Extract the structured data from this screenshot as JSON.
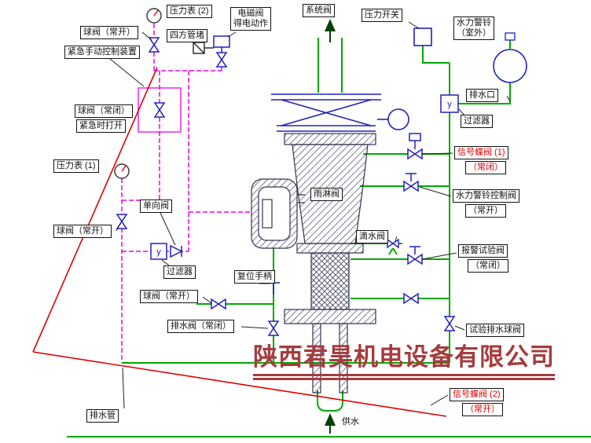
{
  "diagram": {
    "title_watermark": "陕西君昊机电设备有限公司",
    "labels": {
      "pressure_gauge_2": "压力表 (2)",
      "ball_valve_top": "球阀（常开）",
      "square_pipe_plug": "四方管堵",
      "solenoid_line1": "电磁阀",
      "solenoid_line2": "得电动作",
      "emergency_manual_device": "紧急手动控制装置",
      "system_valve": "系统阀",
      "pressure_switch": "压力开关",
      "hydraulic_bell_line1": "水力警铃",
      "hydraulic_bell_line2": "（室外）",
      "ball_valve_nc": "球阀（常闭）",
      "ball_valve_nc_note": "紧急时打开",
      "drain_outlet": "排水口",
      "filter_right": "过滤器",
      "signal_bfv_1": "信号蝶阀 (1)",
      "signal_bfv_1_state": "（常闭）",
      "pressure_gauge_1": "压力表 (1)",
      "deluge_valve": "雨淋阀",
      "bell_control_valve": "水力警铃控制阀",
      "bell_control_valve_state": "（常开）",
      "ball_valve_left": "球阀（常开）",
      "check_valve": "单向阀",
      "drip_valve": "滴水阀",
      "alarm_test_valve": "报警试验阀",
      "alarm_test_valve_state": "（常闭）",
      "filter_left": "过滤器",
      "reset_handle": "复位手柄",
      "ball_valve_drain": "球阀（常开）",
      "drain_valve": "排水阀（常闭）",
      "test_drain_ball_valve": "试验排水球阀",
      "signal_bfv_2": "信号蝶阀 (2)",
      "signal_bfv_2_state": "（常开）",
      "drain_pipe": "排水管",
      "water_supply": "供水",
      "filter_symbol": "y"
    },
    "colors": {
      "pipe_green": "#00aa00",
      "control_magenta": "#ee00ee",
      "signal_red": "#e00000",
      "component_blue": "#2020c0",
      "watermark_red": "#a53c3c"
    }
  }
}
